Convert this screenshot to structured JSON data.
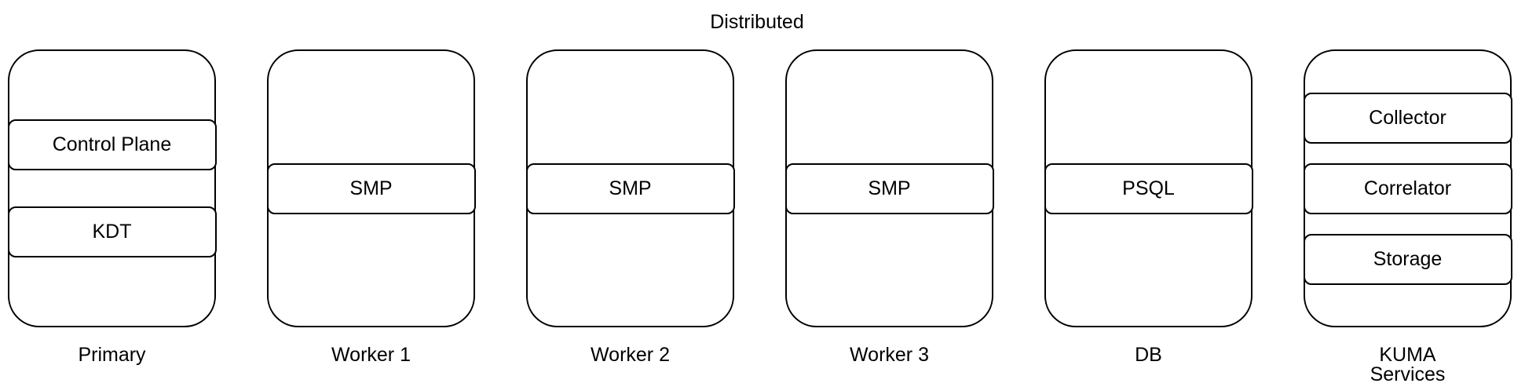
{
  "title": "Distributed",
  "colors": {
    "stroke": "#000000",
    "fill": "#ffffff"
  },
  "nodes": [
    {
      "label": "Primary",
      "items": [
        "Control Plane",
        "KDT"
      ]
    },
    {
      "label": "Worker 1",
      "items": [
        "SMP"
      ]
    },
    {
      "label": "Worker 2",
      "items": [
        "SMP"
      ]
    },
    {
      "label": "Worker 3",
      "items": [
        "SMP"
      ]
    },
    {
      "label": "DB",
      "items": [
        "PSQL"
      ]
    },
    {
      "label": "KUMA\nServices",
      "items": [
        "Collector",
        "Correlator",
        "Storage"
      ]
    }
  ]
}
